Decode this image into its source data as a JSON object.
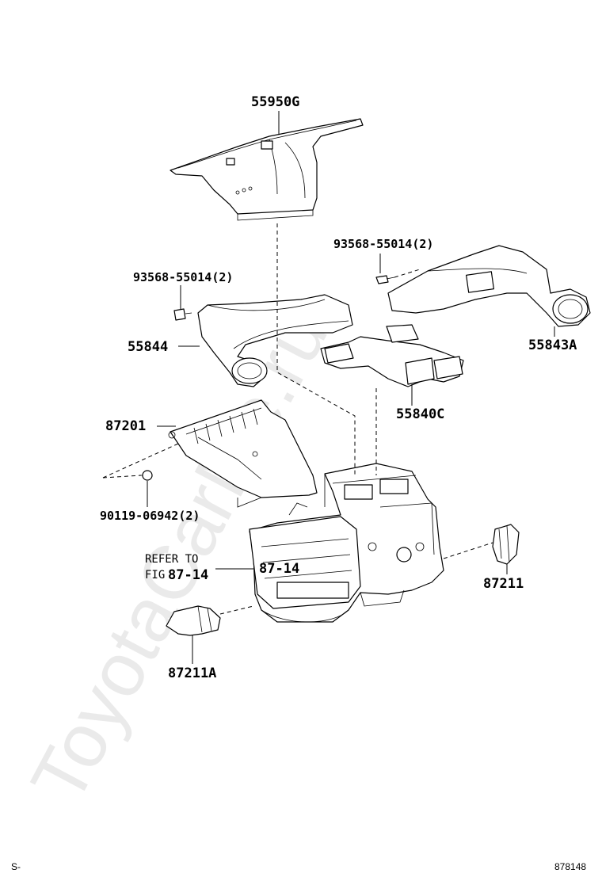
{
  "watermark": "ToyotaCarMe.ru",
  "labels": {
    "p55950g": "55950G",
    "bolt_right": "93568-55014(2)",
    "bolt_left": "93568-55014(2)",
    "p55844": "55844",
    "p55843a": "55843A",
    "p55840c": "55840C",
    "p87201": "87201",
    "screw": "90119-06942(2)",
    "refer_line1": "REFER TO",
    "refer_line2_prefix": "FIG",
    "refer_line2_value": "87-14",
    "p87_14": "87-14",
    "p87211": "87211",
    "p87211a": "87211A"
  },
  "footer": {
    "left": "S-",
    "right": "878148"
  }
}
